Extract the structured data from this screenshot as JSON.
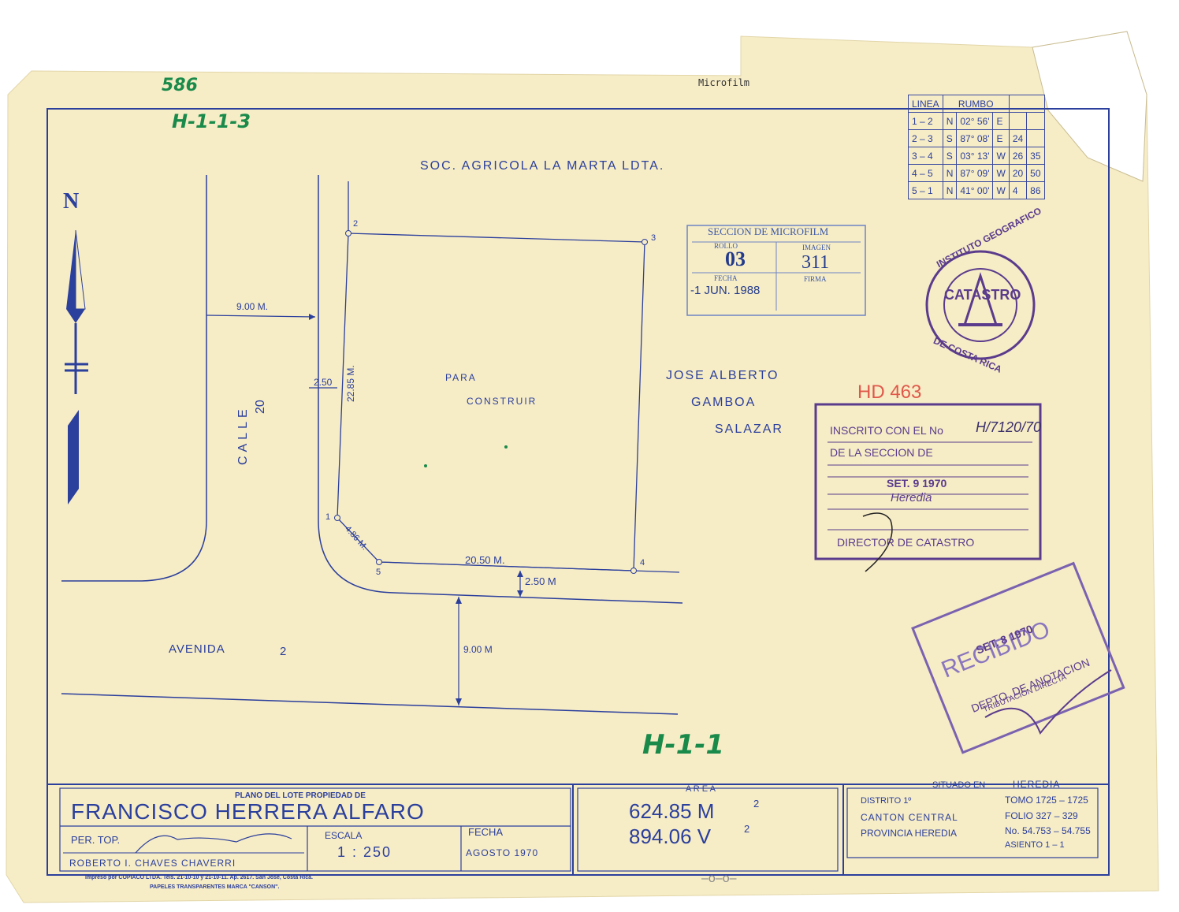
{
  "header": {
    "microfilm_label": "Microfilm",
    "handwritten_number": "586",
    "handwritten_code": "H-1-1-3",
    "handwritten_bottom": "H-1-1"
  },
  "north_label": "N",
  "plan": {
    "neighbor_north": "SOC. AGRICOLA LA MARTA LDTA.",
    "neighbor_east": [
      "JOSE ALBERTO",
      "GAMBOA",
      "SALAZAR"
    ],
    "purpose": [
      "PARA",
      "CONSTRUIR"
    ],
    "street_west": [
      "CALLE",
      "20"
    ],
    "street_south": [
      "AVENIDA",
      "2"
    ],
    "dims": {
      "west_street": "9.00 M.",
      "west_setback": "2.50",
      "side_1_2": "22.85 M.",
      "side_1_5": "4.86 M.",
      "side_5_4": "20.50 M.",
      "south_setback": "2.50 M",
      "south_street": "9.00 M"
    },
    "points": [
      "1",
      "2",
      "3",
      "4",
      "5"
    ]
  },
  "rumbo_table": {
    "headers": [
      "LINEA",
      "RUMBO"
    ],
    "rows": [
      {
        "line": "1 – 2",
        "dir1": "N",
        "angle": "02° 56'",
        "dir2": "E",
        "dist_m": "",
        "dist_cm": ""
      },
      {
        "line": "2 – 3",
        "dir1": "S",
        "angle": "87° 08'",
        "dir2": "E",
        "dist_m": "24",
        "dist_cm": ""
      },
      {
        "line": "3 – 4",
        "dir1": "S",
        "angle": "03° 13'",
        "dir2": "W",
        "dist_m": "26",
        "dist_cm": "35"
      },
      {
        "line": "4 – 5",
        "dir1": "N",
        "angle": "87° 09'",
        "dir2": "W",
        "dist_m": "20",
        "dist_cm": "50"
      },
      {
        "line": "5 – 1",
        "dir1": "N",
        "angle": "41° 00'",
        "dir2": "W",
        "dist_m": "4",
        "dist_cm": "86"
      }
    ]
  },
  "stamp_microfilm": {
    "title": "SECCION DE MICROFILM",
    "rollo_label": "ROLLO",
    "rollo_value": "03",
    "imagen_label": "IMAGEN",
    "imagen_value": "311",
    "fecha_label": "FECHA",
    "fecha_value": "-1 JUN. 1988",
    "firma_label": "FIRMA"
  },
  "stamp_catastro": {
    "ring_top": "INSTITUTO GEOGRAFICO",
    "ring_bottom": "DE COSTA RICA",
    "center": "CATASTRO"
  },
  "hd_label": "HD 463",
  "stamp_inscrito": {
    "line1": "INSCRITO CON EL No",
    "number": "H/7120/70",
    "line2": "DE LA SECCION DE",
    "date": "SET. 9 1970",
    "place": "Heredia",
    "footer": "DIRECTOR DE CATASTRO"
  },
  "stamp_recibido": {
    "title": "RECIBIDO",
    "date": "SET. 8 1970",
    "line1": "DEPTO. DE ANOTACION",
    "line2": "TRIBUTACION DIRECTA"
  },
  "title_block": {
    "plano_label": "PLANO DEL LOTE PROPIEDAD DE",
    "owner": "FRANCISCO HERRERA ALFARO",
    "per_top_label": "PER. TOP.",
    "surveyor": "ROBERTO I. CHAVES CHAVERRI",
    "escala_label": "ESCALA",
    "escala_value": "1 : 250",
    "fecha_label": "FECHA",
    "fecha_value": "AGOSTO 1970",
    "area_label": "A R E A",
    "area_m2": "624.85 M",
    "area_v2": "894.06 V",
    "situado_label": "SITUADO EN",
    "situado_value": "HEREDIA",
    "distrito": "DISTRITO 1º",
    "canton": "CANTON CENTRAL",
    "provincia": "PROVINCIA HEREDIA",
    "tomo": "TOMO 1725 – 1725",
    "folio": "FOLIO 327 – 329",
    "numero": "No. 54.753 – 54.755",
    "asiento": "ASIENTO 1 – 1"
  },
  "printer": {
    "line1": "Impreso por COPIACO LTDA. Tels. 21-10-10 y 21-10-11. Ap. 2617. San José, Costa Rica.",
    "line2": "PAPELES TRANSPARENTES MARCA \"CANSON\"."
  },
  "bottom_mark": "–o–o–",
  "colors": {
    "paper": "#f6ecc6",
    "ink": "#2b3f9c",
    "green": "#1a8a4a",
    "red": "#e0584a",
    "purple": "#5a3b8c"
  }
}
